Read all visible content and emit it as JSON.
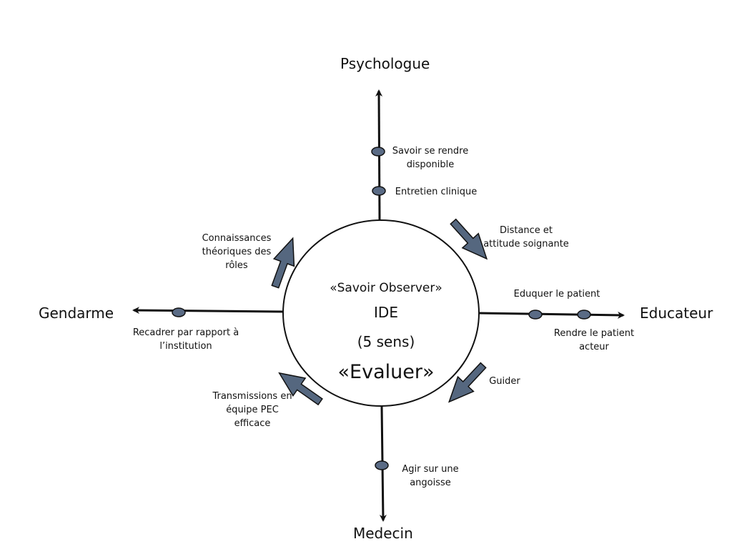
{
  "center": {
    "line1": "«Savoir Observer»",
    "line2": "IDE",
    "line3": "(5 sens)",
    "line4": "«Evaluer»"
  },
  "roles": {
    "top": "Psychologue",
    "right": "Educateur",
    "bottom": "Medecin",
    "left": "Gendarme"
  },
  "axis_labels": {
    "top_outer": "Savoir se rendre\ndisponible",
    "top_inner": "Entretien clinique",
    "right_inner": "Eduquer le patient",
    "right_outer": "Rendre le patient\nacteur",
    "bottom": "Agir sur une\nangoisse",
    "left": "Recadrer par rapport à\nl’institution"
  },
  "diagonal_labels": {
    "top_right": "Distance et\nattitude soignante",
    "bottom_right": "Guider",
    "bottom_left": "Transmissions en\néquipe PEC\nefficace",
    "top_left": "Connaissances\nthéoriques des\nrôles"
  },
  "colors": {
    "node_fill": "#5a6b85",
    "arrow_fill": "#55677f",
    "line": "#111111"
  }
}
